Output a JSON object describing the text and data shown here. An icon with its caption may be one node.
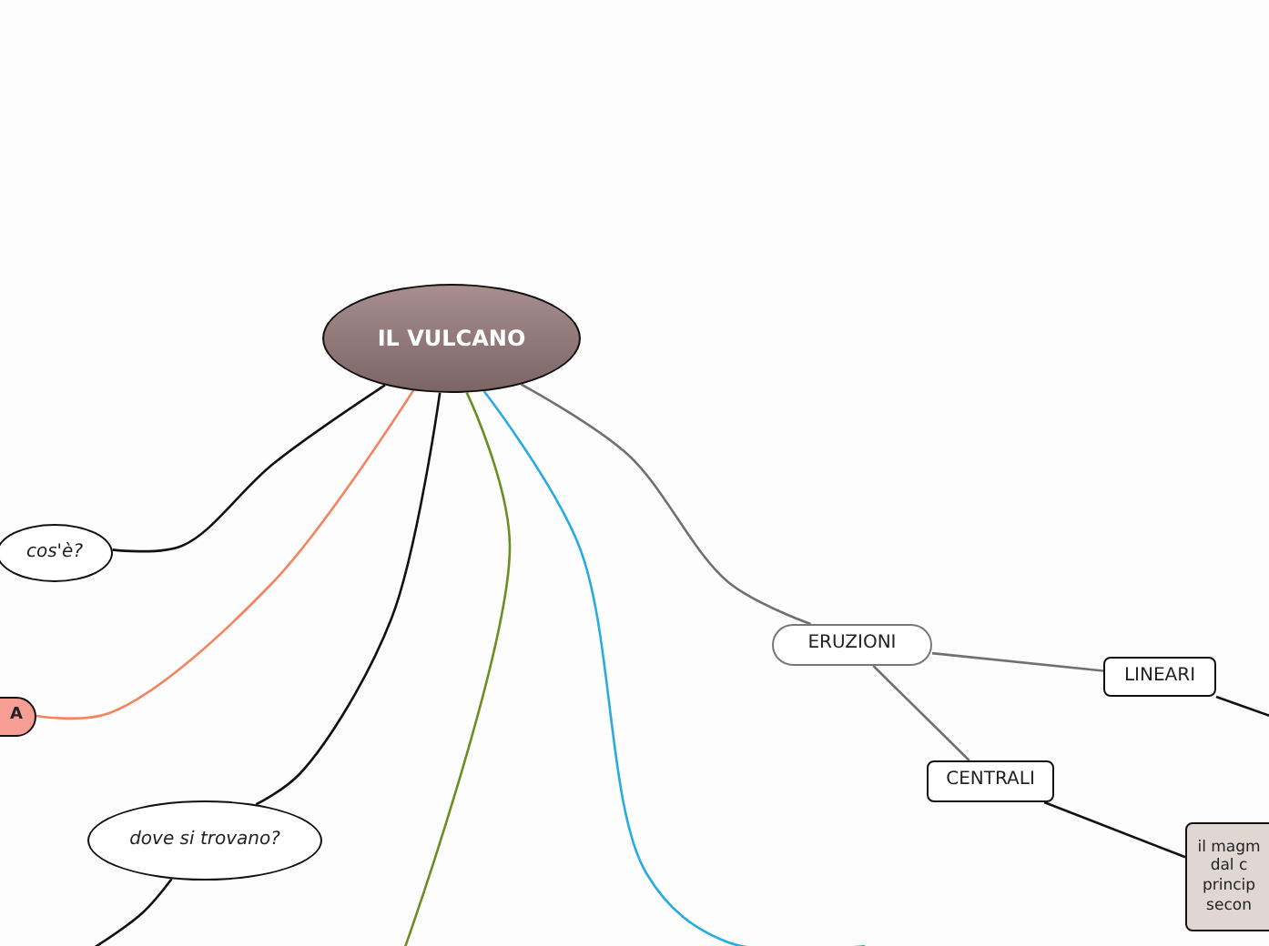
{
  "diagram": {
    "nodes": [
      {
        "text": [
          "IL VULCANO"
        ]
      },
      {
        "text": [
          "cos'è?"
        ]
      },
      {
        "text": [
          "A"
        ]
      },
      {
        "text": [
          "dove si trovano?"
        ]
      },
      {
        "text": [
          "ERUZIONI"
        ]
      },
      {
        "text": [
          "LINEARI"
        ]
      },
      {
        "text": [
          "CENTRALI"
        ]
      },
      {
        "text": [
          "il magm dal c princip secon"
        ]
      }
    ],
    "edges": [
      {
        "from": 0,
        "to": 1,
        "arrow": "none"
      },
      {
        "from": 0,
        "to": 2,
        "arrow": "none",
        "color": "#f4845f"
      },
      {
        "from": 0,
        "to": 3,
        "arrow": "none"
      },
      {
        "from": 0,
        "to": null,
        "arrow": "none",
        "color": "#6b8e23"
      },
      {
        "from": 0,
        "to": null,
        "arrow": "none",
        "color": "#29abe2"
      },
      {
        "from": 0,
        "to": 4,
        "arrow": "none",
        "color": "#707070"
      },
      {
        "from": 4,
        "to": 5,
        "arrow": "none",
        "color": "#707070"
      },
      {
        "from": 4,
        "to": 6,
        "arrow": "none",
        "color": "#707070"
      },
      {
        "from": 6,
        "to": 7,
        "arrow": "none"
      },
      {
        "from": 5,
        "to": null,
        "arrow": "none"
      },
      {
        "from": 3,
        "to": null,
        "arrow": "none"
      }
    ]
  }
}
